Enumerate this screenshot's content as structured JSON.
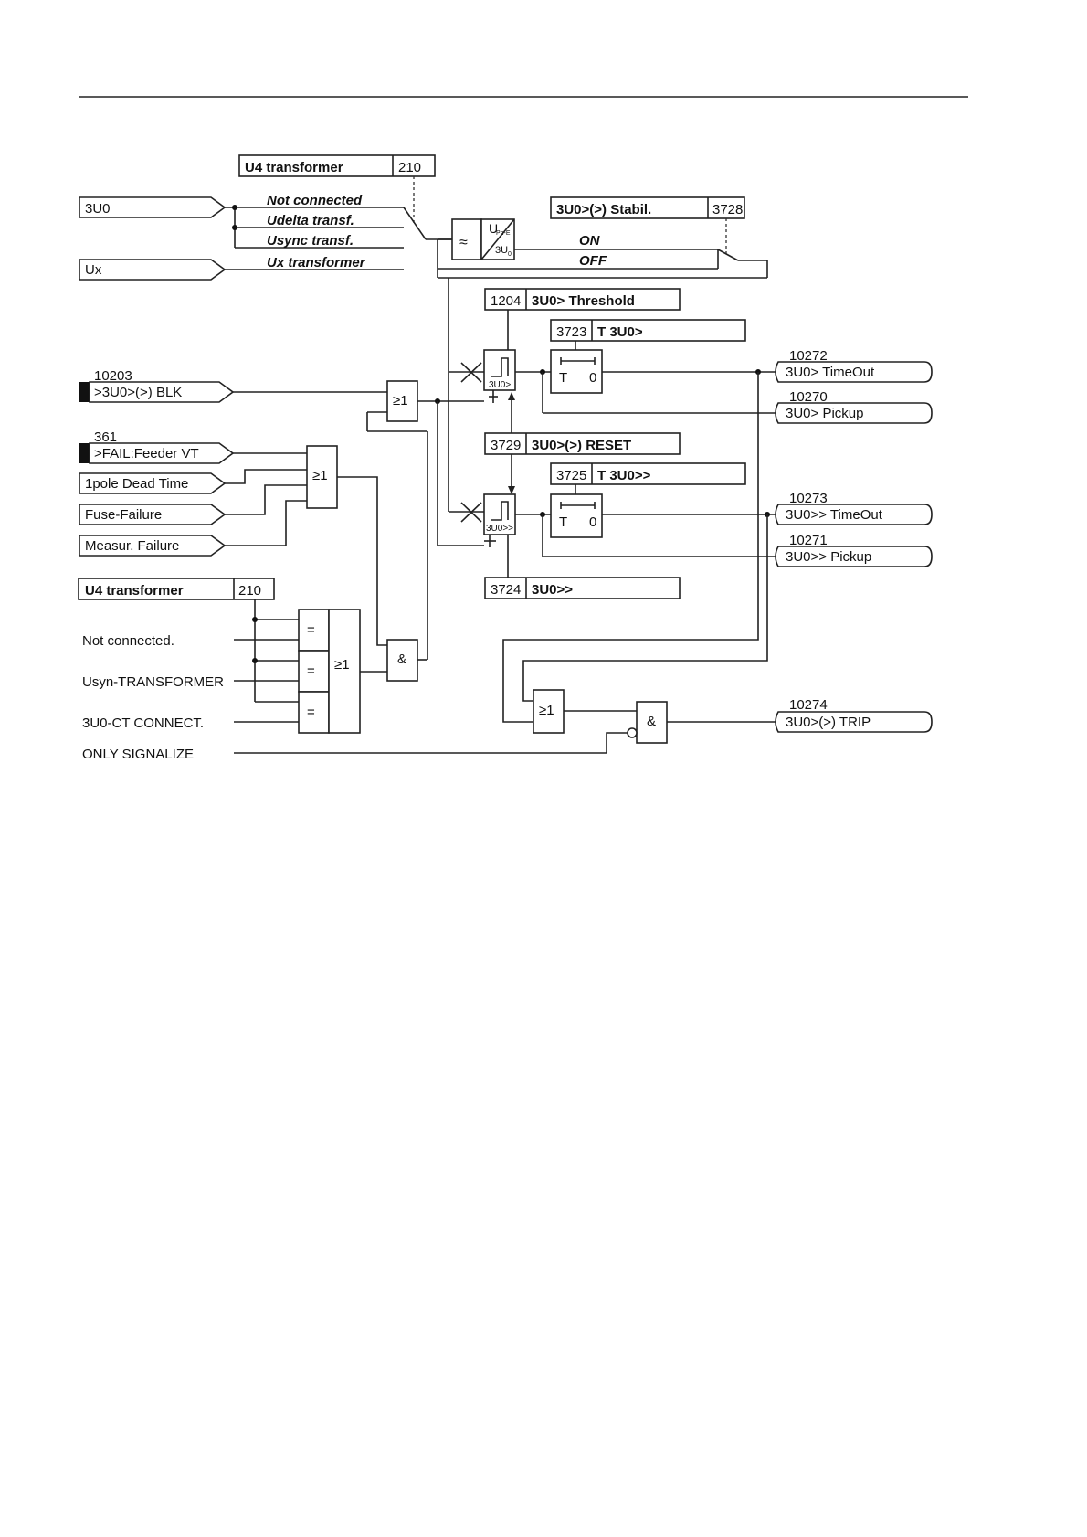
{
  "params": {
    "u4_transformer_top": {
      "label": "U4 transformer",
      "addr": "210"
    },
    "stabil": {
      "label": "3U0>(>) Stabil.",
      "addr": "3728"
    },
    "threshold": {
      "addr": "1204",
      "label": "3U0> Threshold"
    },
    "t_3u0": {
      "addr": "3723",
      "label": "T 3U0>"
    },
    "reset": {
      "addr": "3729",
      "label": "3U0>(>) RESET"
    },
    "t_3u0_high": {
      "addr": "3725",
      "label": "T 3U0>>"
    },
    "threshold_high": {
      "addr": "3724",
      "label": "3U0>>"
    },
    "u4_transformer_bottom": {
      "label": "U4 transformer",
      "addr": "210"
    }
  },
  "inputs": {
    "in_3u0": "3U0",
    "in_ux": "Ux",
    "blk": {
      "num": "10203",
      "label": ">3U0>(>) BLK"
    },
    "fail_vt": {
      "num": "361",
      "label": ">FAIL:Feeder VT"
    },
    "dead_time": "1pole Dead Time",
    "fuse_failure": "Fuse-Failure",
    "measur_failure": "Measur. Failure"
  },
  "switch_options": [
    "Not connected",
    "Udelta transf.",
    "Usync transf.",
    "Ux transformer"
  ],
  "onoff": {
    "on": "ON",
    "off": "OFF"
  },
  "modes": [
    "Not connected.",
    "Usyn-TRANSFORMER",
    "3U0-CT CONNECT.",
    "ONLY SIGNALIZE"
  ],
  "gates": {
    "or": "≥1",
    "and": "&",
    "eq": "="
  },
  "filter": {
    "symbol": "≈",
    "uphe": "U",
    "uphe_sub": "Ph-E",
    "u0": "3U",
    "u0_sub": "0"
  },
  "comparators": {
    "low": "3U0>",
    "high": "3U0>>"
  },
  "timers": {
    "t": "T",
    "zero": "0"
  },
  "outputs": {
    "timeout_low": {
      "num": "10272",
      "label": "3U0> TimeOut"
    },
    "pickup_low": {
      "num": "10270",
      "label": "3U0> Pickup"
    },
    "timeout_high": {
      "num": "10273",
      "label": "3U0>> TimeOut"
    },
    "pickup_high": {
      "num": "10271",
      "label": "3U0>> Pickup"
    },
    "trip": {
      "num": "10274",
      "label": "3U0>(>) TRIP"
    }
  }
}
